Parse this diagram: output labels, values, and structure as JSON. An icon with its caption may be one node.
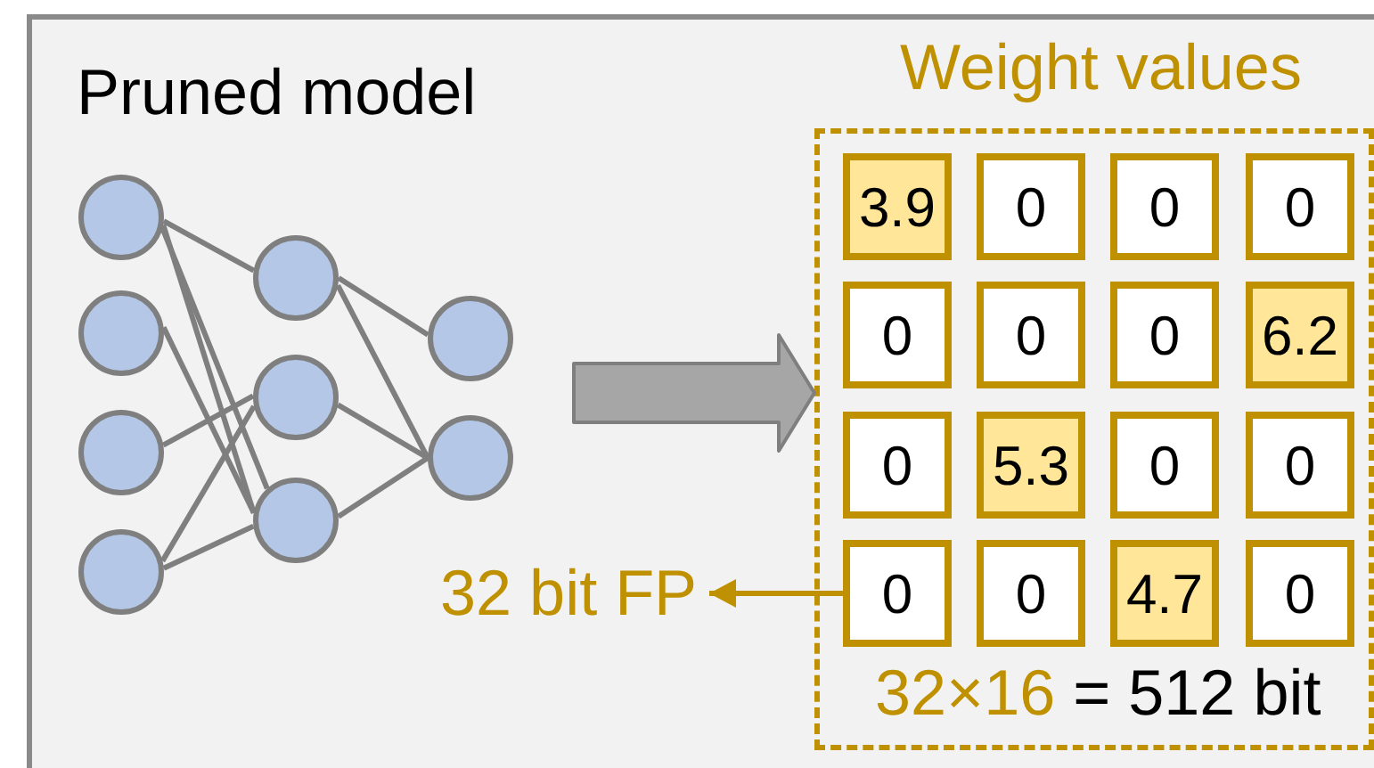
{
  "diagram": {
    "nodes": [
      {
        "text": [
          "Pruned model"
        ]
      },
      {
        "text": [],
        "shape": "circle",
        "in": 0
      },
      {
        "text": [],
        "shape": "circle",
        "in": 0
      },
      {
        "text": [],
        "shape": "circle",
        "in": 0
      },
      {
        "text": [],
        "shape": "circle",
        "in": 0
      },
      {
        "text": [],
        "shape": "circle",
        "in": 0
      },
      {
        "text": [],
        "shape": "circle",
        "in": 0
      },
      {
        "text": [],
        "shape": "circle",
        "in": 0
      },
      {
        "text": [],
        "shape": "circle",
        "in": 0
      },
      {
        "text": [],
        "shape": "circle",
        "in": 0
      },
      {
        "text": [
          "32 bit FP"
        ],
        "in": 0
      },
      {
        "text": [
          "Weight values",
          "32×16",
          "= 512 bit"
        ],
        "in": 0
      },
      {
        "text": [
          "3.9"
        ],
        "in": 11
      },
      {
        "text": [
          "0"
        ],
        "in": 11
      },
      {
        "text": [
          "0"
        ],
        "in": 11
      },
      {
        "text": [
          "0"
        ],
        "in": 11
      },
      {
        "text": [
          "0"
        ],
        "in": 11
      },
      {
        "text": [
          "0"
        ],
        "in": 11
      },
      {
        "text": [
          "0"
        ],
        "in": 11
      },
      {
        "text": [
          "6.2"
        ],
        "in": 11
      },
      {
        "text": [
          "0"
        ],
        "in": 11
      },
      {
        "text": [
          "5.3"
        ],
        "in": 11
      },
      {
        "text": [
          "0"
        ],
        "in": 11
      },
      {
        "text": [
          "0"
        ],
        "in": 11
      },
      {
        "text": [
          "0"
        ],
        "in": 11
      },
      {
        "text": [
          "0"
        ],
        "in": 11
      },
      {
        "text": [
          "4.7"
        ],
        "in": 11
      },
      {
        "text": [
          "0"
        ],
        "in": 11
      }
    ],
    "edges": [
      {
        "from": 1,
        "to": 5,
        "arrow": "none"
      },
      {
        "from": 1,
        "to": 7,
        "arrow": "none"
      },
      {
        "from": 1,
        "to": 7,
        "arrow": "none"
      },
      {
        "from": 2,
        "to": 7,
        "arrow": "none"
      },
      {
        "from": 3,
        "to": 6,
        "arrow": "none"
      },
      {
        "from": 4,
        "to": 6,
        "arrow": "none"
      },
      {
        "from": 4,
        "to": 7,
        "arrow": "none"
      },
      {
        "from": 5,
        "to": 8,
        "arrow": "none"
      },
      {
        "from": 5,
        "to": 9,
        "arrow": "none"
      },
      {
        "from": 6,
        "to": 9,
        "arrow": "none"
      },
      {
        "from": 7,
        "to": 9,
        "arrow": "none"
      },
      {
        "from": null,
        "to": 11,
        "arrow": "to",
        "style": "thick"
      },
      {
        "from": 24,
        "to": 10,
        "arrow": "to",
        "color": "#bf9000"
      }
    ]
  }
}
